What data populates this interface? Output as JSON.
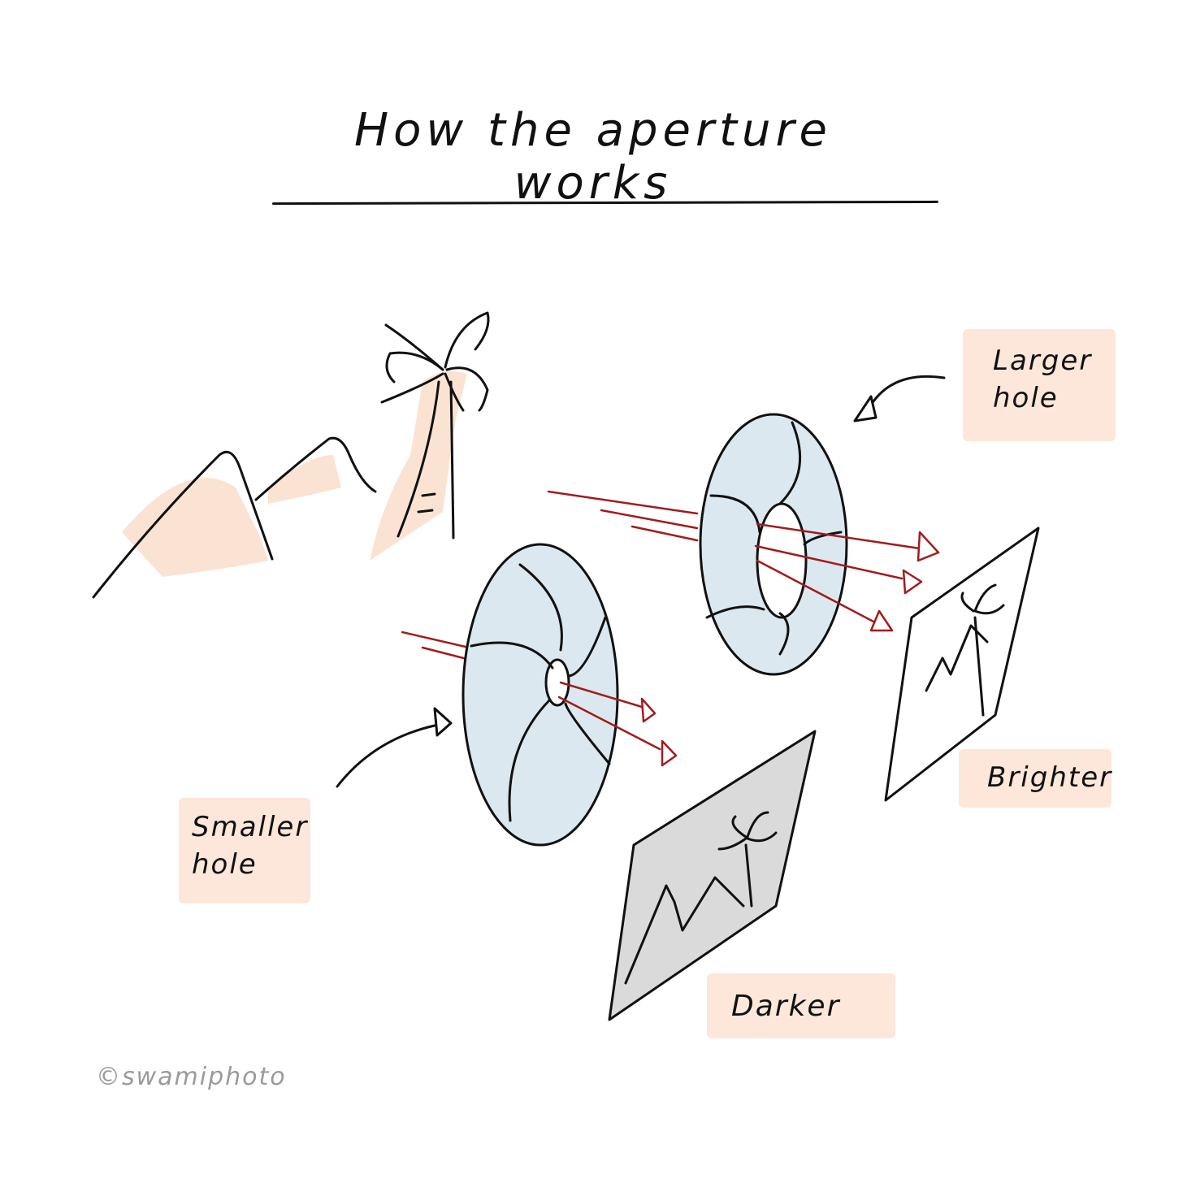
{
  "title": "How the aperture works",
  "labels": {
    "larger_hole": [
      "Larger",
      "hole"
    ],
    "smaller_hole": [
      "Smaller",
      "hole"
    ],
    "brighter": "Brighter",
    "darker": "Darker"
  },
  "credit": "©swamiphoto",
  "colors": {
    "ink": "#111111",
    "light_ray": "#a11c1c",
    "wash_peach": "#fbe3d3",
    "disc_fill": "#dbe8ef",
    "dark_photo": "#dadada"
  }
}
